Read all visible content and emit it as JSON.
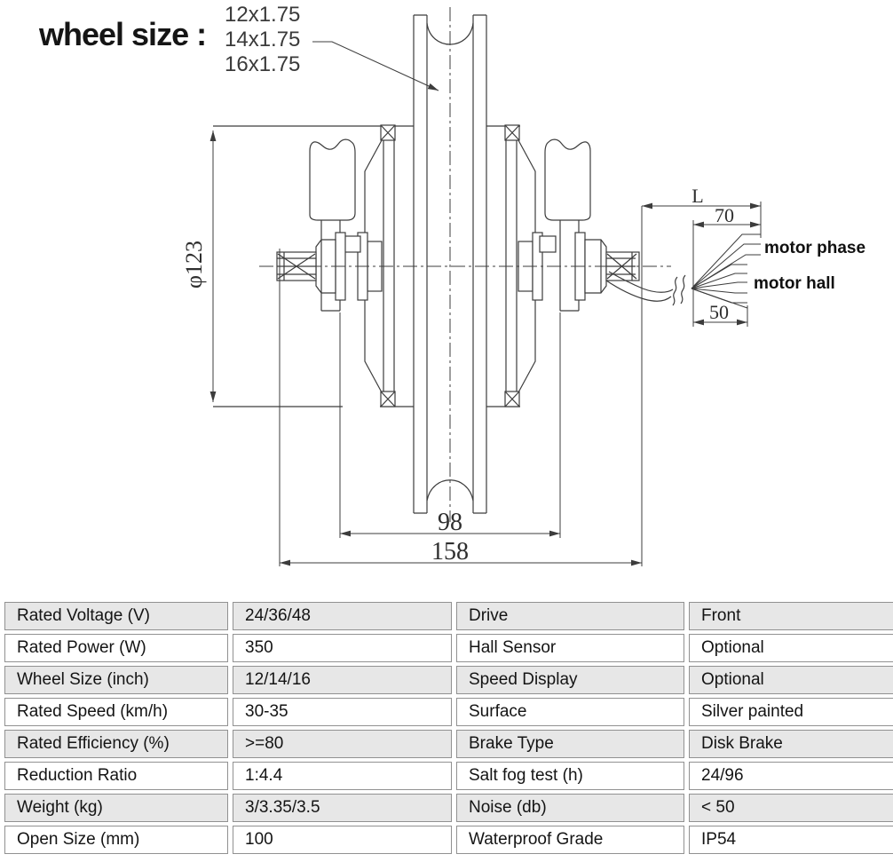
{
  "drawing": {
    "title": "wheel size :",
    "size_options": [
      "12x1.75",
      "14x1.75",
      "16x1.75"
    ],
    "dim_diameter": "φ123",
    "dim_hub_width": "98",
    "dim_overall_width": "158",
    "dim_cable_total": "L",
    "dim_phase_length": "70",
    "dim_hall_length": "50",
    "label_motor_phase": "motor phase",
    "label_motor_hall": "motor hall"
  },
  "table": {
    "rows": [
      [
        "Rated Voltage (V)",
        "24/36/48",
        "Drive",
        "Front"
      ],
      [
        "Rated Power (W)",
        "350",
        "Hall Sensor",
        "Optional"
      ],
      [
        "Wheel Size (inch)",
        "12/14/16",
        "Speed Display",
        "Optional"
      ],
      [
        "Rated Speed (km/h)",
        "30-35",
        "Surface",
        "Silver painted"
      ],
      [
        "Rated Efficiency (%)",
        ">=80",
        "Brake Type",
        "Disk Brake"
      ],
      [
        "Reduction Ratio",
        "1:4.4",
        "Salt fog test (h)",
        "24/96"
      ],
      [
        "Weight (kg)",
        "3/3.35/3.5",
        "Noise (db)",
        "< 50"
      ],
      [
        "Open Size (mm)",
        "100",
        "Waterproof Grade",
        "IP54"
      ]
    ]
  },
  "colors": {
    "line": "#3c3c3c",
    "table_border": "#919191",
    "row_shade": "#e7e7e7",
    "text": "#141414"
  }
}
